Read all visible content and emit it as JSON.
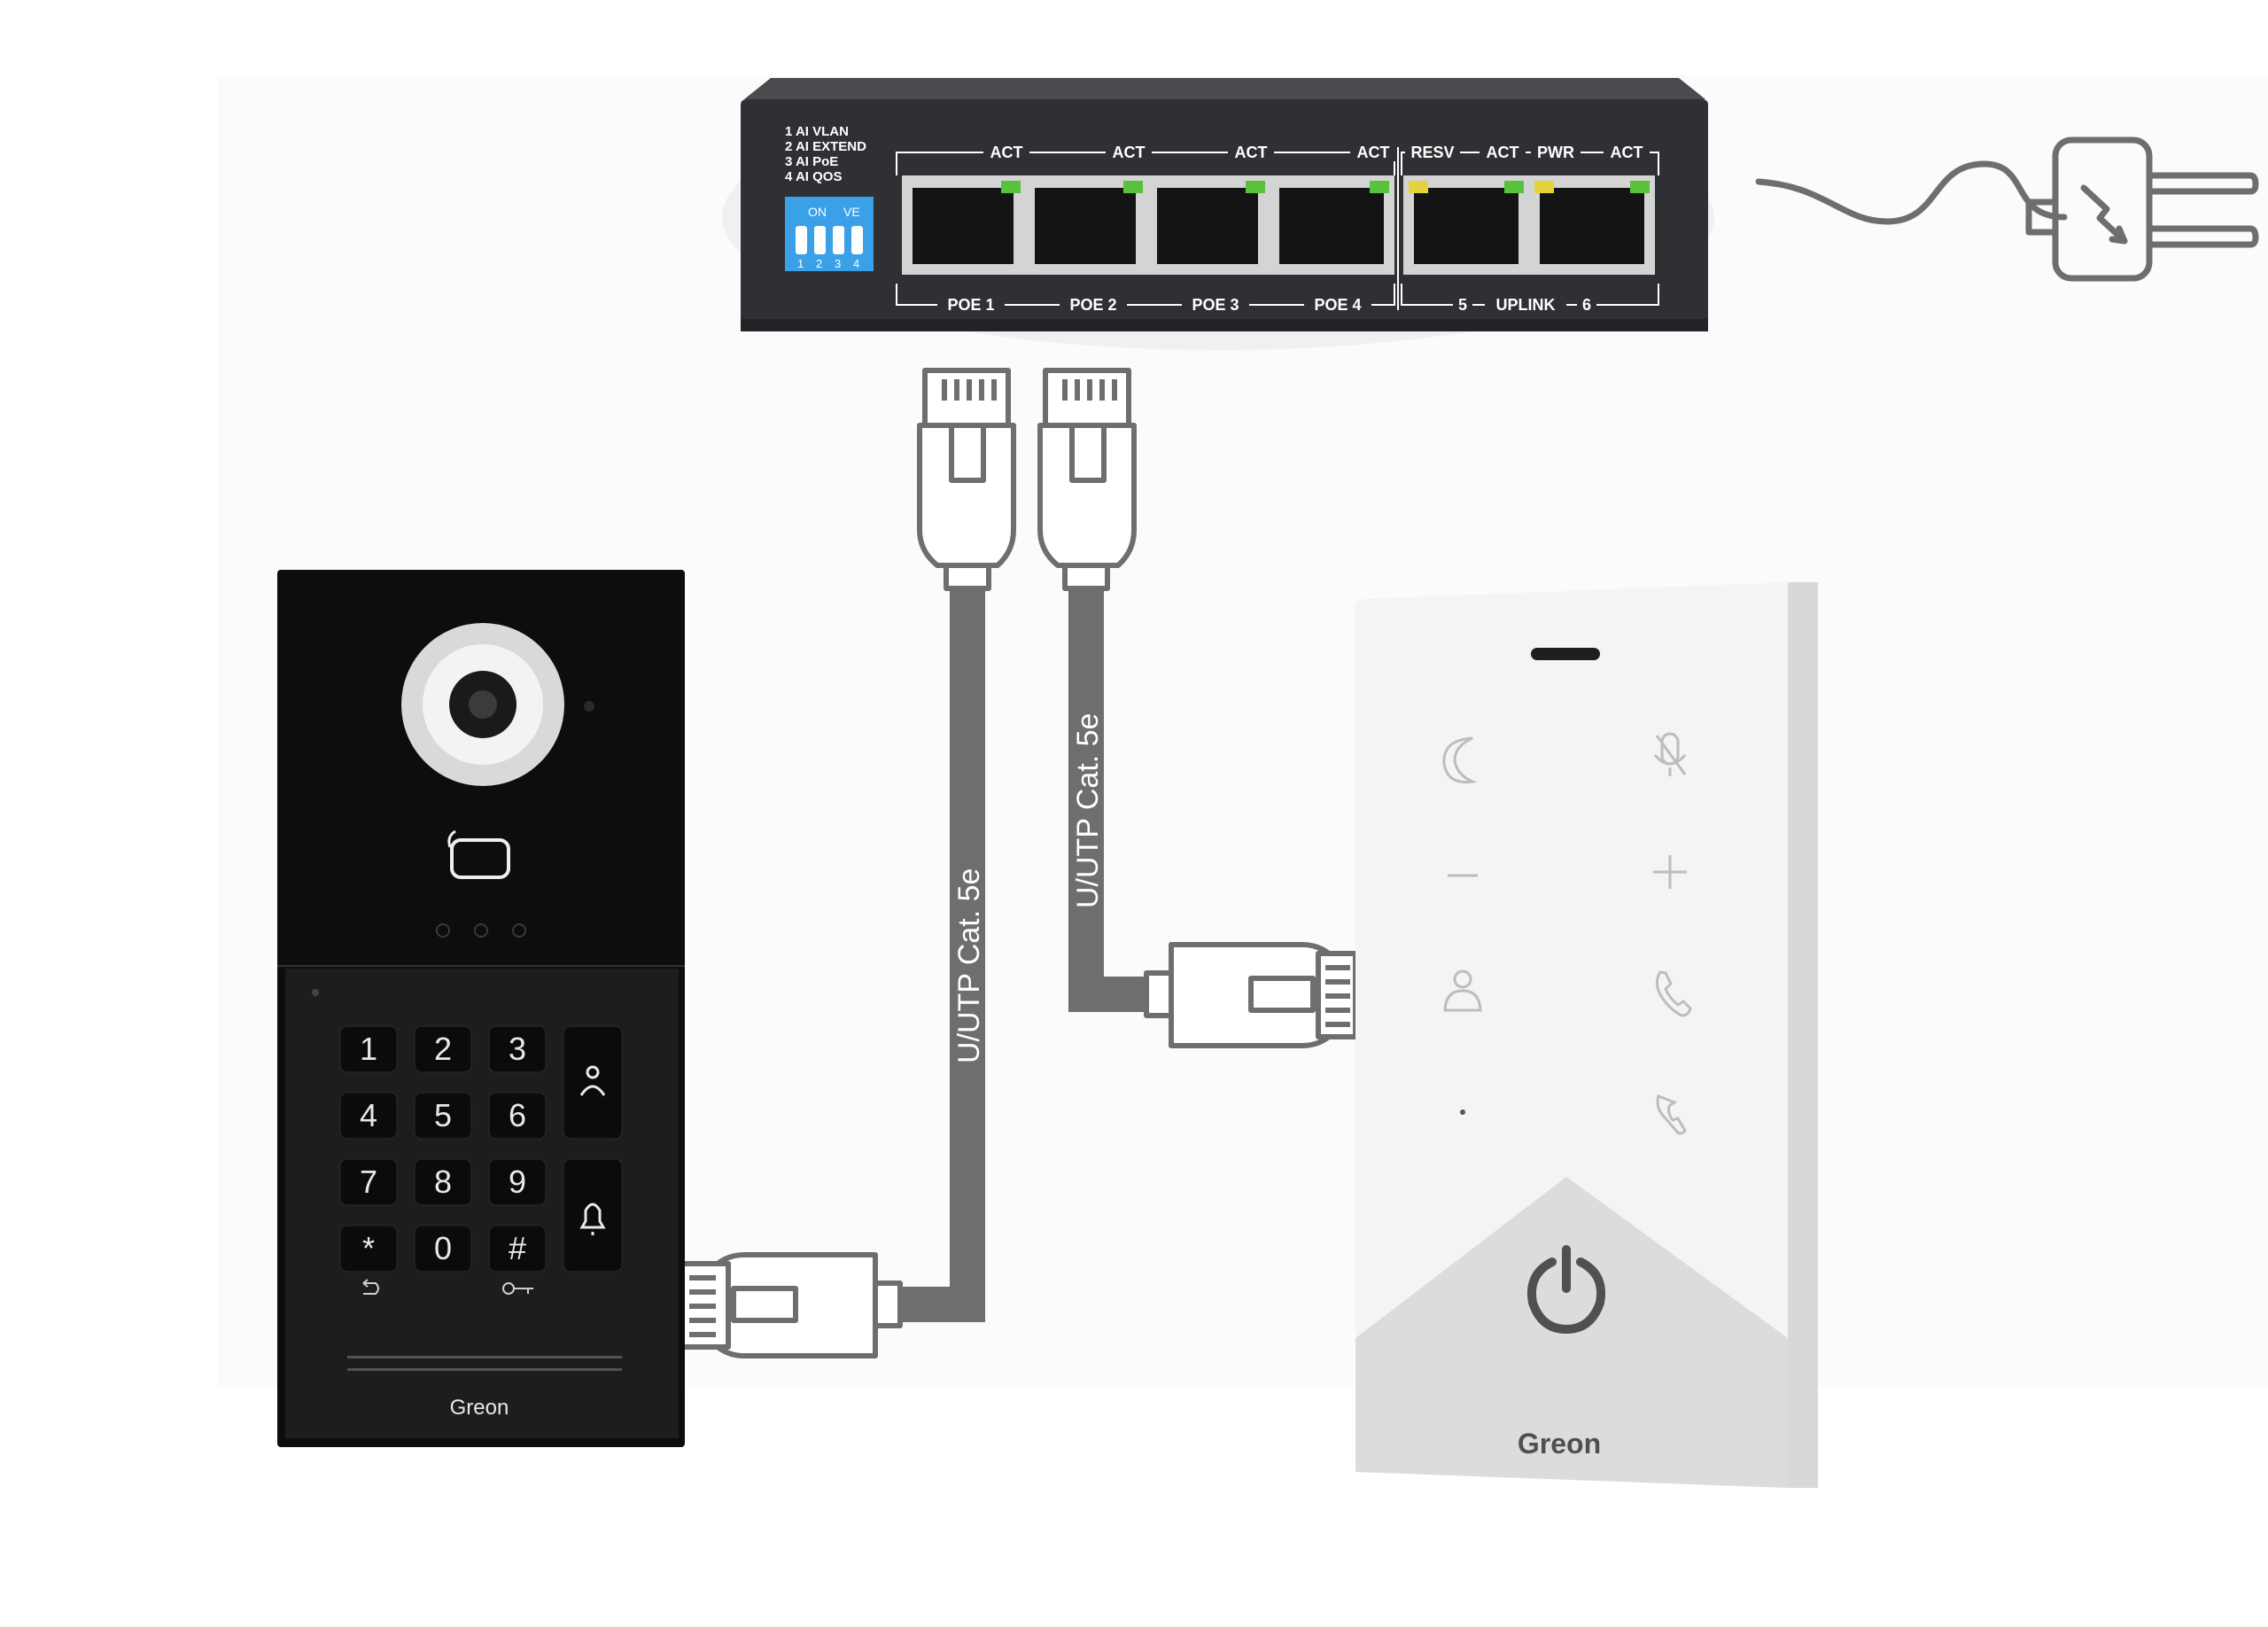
{
  "switch": {
    "dip_legend": [
      "1 AI VLAN",
      "2 AI EXTEND",
      "3 AI PoE",
      "4 AI QOS"
    ],
    "dip_on": "ON",
    "dip_ve": "VE",
    "dip_numbers": [
      "1",
      "2",
      "3",
      "4"
    ],
    "port_top_labels": [
      "ACT",
      "ACT",
      "ACT",
      "ACT",
      "RESV",
      "ACT",
      "PWR",
      "ACT"
    ],
    "port_bottom_labels": [
      "POE 1",
      "POE 2",
      "POE 3",
      "POE 4",
      "5",
      "UPLINK",
      "6"
    ]
  },
  "cables": {
    "panel_cable_label": "U/UTP Cat. 5e",
    "monitor_cable_label": "U/UTP Cat. 5e"
  },
  "door_panel": {
    "keys": [
      "1",
      "2",
      "3",
      "4",
      "5",
      "6",
      "7",
      "8",
      "9",
      "*",
      "0",
      "#"
    ],
    "brand": "Greon"
  },
  "monitor": {
    "brand": "Greon"
  },
  "colors": {
    "switch_body": "#2f3033",
    "panel_body": "#0d0d0d",
    "monitor_body": "#f4f4f5",
    "cable": "#6e6e6e",
    "dip_blue": "#3aa0e8",
    "led_green": "#58c23a",
    "led_yellow": "#e6d23a"
  }
}
